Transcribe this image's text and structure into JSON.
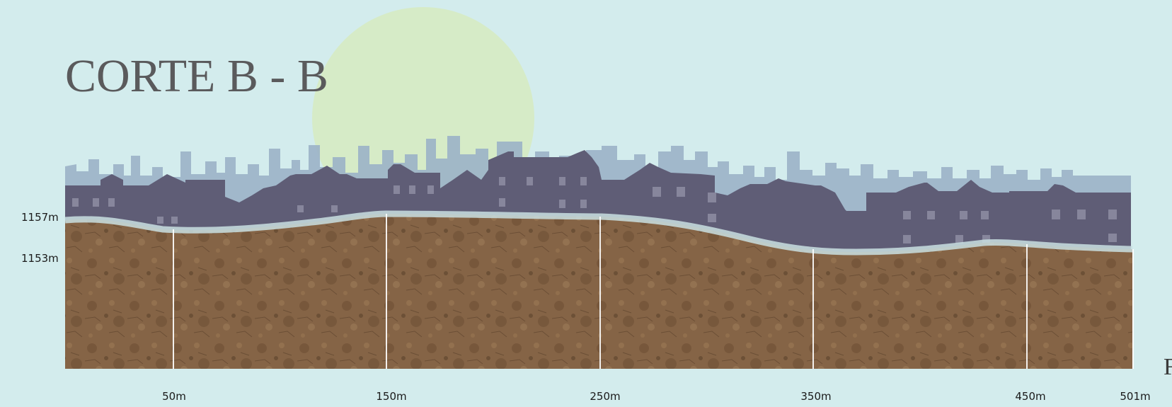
{
  "title": "CORTE B - B",
  "elevation_labels": [
    "1157m",
    "1153m"
  ],
  "distance_labels": [
    "50m",
    "150m",
    "250m",
    "350m",
    "450m",
    "501m"
  ],
  "edge_glyph": "F",
  "colors": {
    "sky": "#d3eced",
    "sun": "#d6ebc7",
    "city_back": "#9bb2c6",
    "houses": "#5f5d76",
    "ground": "#856446",
    "ground_line": "#c9dfe2",
    "text": "#1a1a1a",
    "title": "#5a5a5c"
  }
}
